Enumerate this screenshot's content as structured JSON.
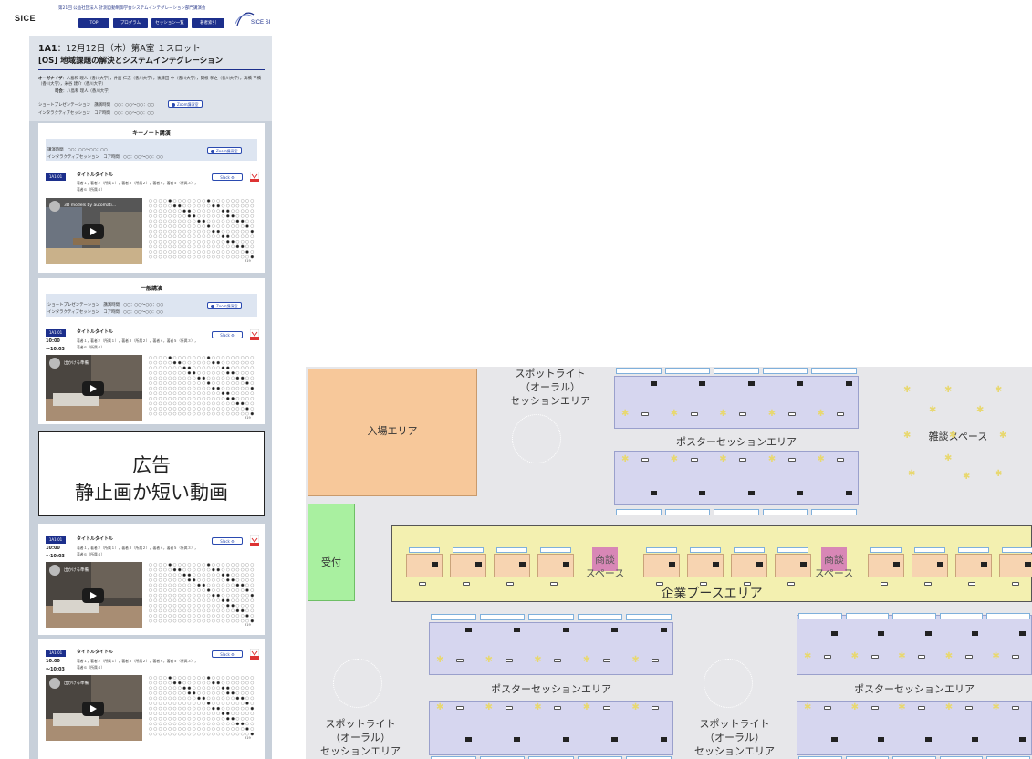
{
  "header": {
    "logo": "SICE",
    "conference": "第21回 公益社団法人 計測自動制御学会システムインテグレーション部門講演会",
    "nav": [
      "TOP",
      "プログラム",
      "セッション一覧",
      "著者索引"
    ],
    "partner_logo": "SICE SI"
  },
  "session": {
    "code": "1A1",
    "datetime": "12月12日（木）第A室 １スロット",
    "title": "[OS] 地域課題の解決とシステムインテグレーション",
    "organizer_label": "オーガナイザ",
    "organizers": "：八島和 理人（香川大学），井面 仁志（香川大学），後藤田 中（香川大学），関根 孝之（香川大学），高橋 平橋（香川大学），米谷 建介（香川大学）",
    "chair_label": "司会",
    "chair": "：八島和 理人（香川大学）",
    "short_presentation": "ショートプレゼンテーション　講演時間　○○：○○～○○：○○",
    "interactive": "インタラクティブセッション　コア時間　○○：○○～○○：○○",
    "zoom_label": "Zoom講演室"
  },
  "keynote": {
    "heading": "キーノート講演",
    "time1": "講演時間　○○：○○～○○：○○",
    "time2": "インタラクティブセッション　コア時間　○○：○○～○○：○○",
    "paper": {
      "id": "1A1-01",
      "title": "タイトルタイトル",
      "authors1": "著者１，著者２（所属１），著者３（所属２），著者４，著者５（所属３），",
      "authors2": "著者６（所属４）",
      "video_title": "3D models by automati..."
    }
  },
  "general": {
    "heading": "一般講演",
    "time1": "ショートプレゼンテーション　講演時間　○○：○○～○○：○○",
    "time2": "インタラクティブセッション　コア時間　○○：○○～○○：○○",
    "papers": [
      {
        "id": "1A1-01",
        "title": "タイトルタイトル",
        "time_start": "10:00",
        "time_end": "～10:03",
        "authors1": "著者１，著者２（所属１），著者３（所属２），著者４，著者５（所属３），",
        "authors2": "著者６（所属４）",
        "video_title": "出かける準備"
      },
      {
        "id": "1A1-01",
        "title": "タイトルタイトル",
        "time_start": "10:00",
        "time_end": "～10:03",
        "authors1": "著者１，著者２（所属１），著者３（所属２），著者４，著者５（所属３），",
        "authors2": "著者６（所属４）",
        "video_title": "出かける準備"
      },
      {
        "id": "1A1-01",
        "title": "タイトルタイトル",
        "time_start": "10:00",
        "time_end": "～10:03",
        "authors1": "著者１，著者２（所属１），著者３（所属２），著者４，著者５（所属３），",
        "authors2": "著者６（所属４）",
        "video_title": "出かける準備"
      }
    ],
    "slack_label": "Slack",
    "dots_count": "319"
  },
  "ad": {
    "line1": "広告",
    "line2": "静止画か短い動画"
  },
  "map": {
    "entrance": "入場エリア",
    "reception": "受付",
    "spotlight": [
      "スポットライト",
      "（オーラル）",
      "セッションエリア"
    ],
    "poster": "ポスターセッションエリア",
    "chat": "雑談スペース",
    "booth": "企業ブースエリア",
    "shodan": [
      "商談",
      "スペース"
    ]
  },
  "colors": {
    "navy": "#1c2f8c",
    "entrance": "#f7c89a",
    "reception": "#a9f0a0",
    "booth_area": "#f3f0b0",
    "poster": "#d6d6ef",
    "shodan": "#d887b6"
  }
}
